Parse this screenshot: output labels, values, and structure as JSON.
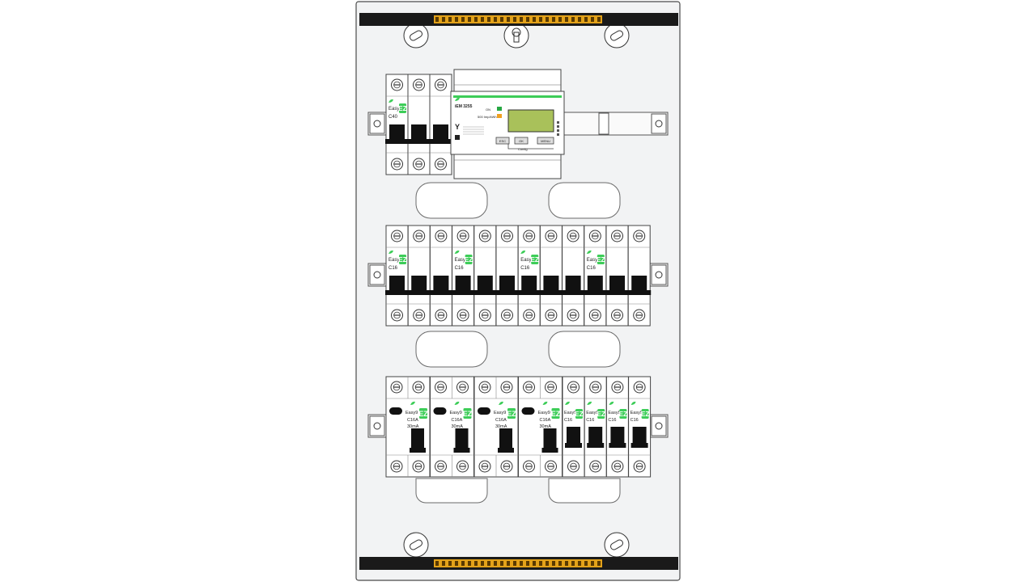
{
  "colors": {
    "background": "#ffffff",
    "enclosure": "#f2f3f4",
    "outline": "#4a4a4a",
    "device_body": "#ffffff",
    "toggle": "#111111",
    "brand_green": "#3dcd58",
    "bus_bar": "#1a1a1a",
    "bus_terminal": "#e3a21a",
    "lcd": "#a9c15a",
    "led_green": "#27a844",
    "led_orange": "#f0a020"
  },
  "icons": {
    "brand": "schneider-leaf-icon",
    "ez_badge": "ez-icon",
    "screw": "terminal-screw-icon"
  },
  "meter": {
    "model": "iEM 3255",
    "led_on_label": "ON",
    "led_energy_label": "500 Imp/kWh",
    "buttons": [
      "ESC",
      "OK",
      "MENU"
    ],
    "config_label": "Config"
  },
  "top_row": {
    "breaker_rating": "C40",
    "series": "Easy9"
  },
  "middle_row": {
    "breaker_rating": "C16",
    "series": "Easy9",
    "group_count": 4,
    "poles_per_group": 3
  },
  "bottom_row": {
    "rcbo_series": "Easy9",
    "rcbo_rating": "C16A",
    "rcbo_sensitivity": "30mA",
    "rcbo_count": 4,
    "single_breaker_count": 4
  }
}
